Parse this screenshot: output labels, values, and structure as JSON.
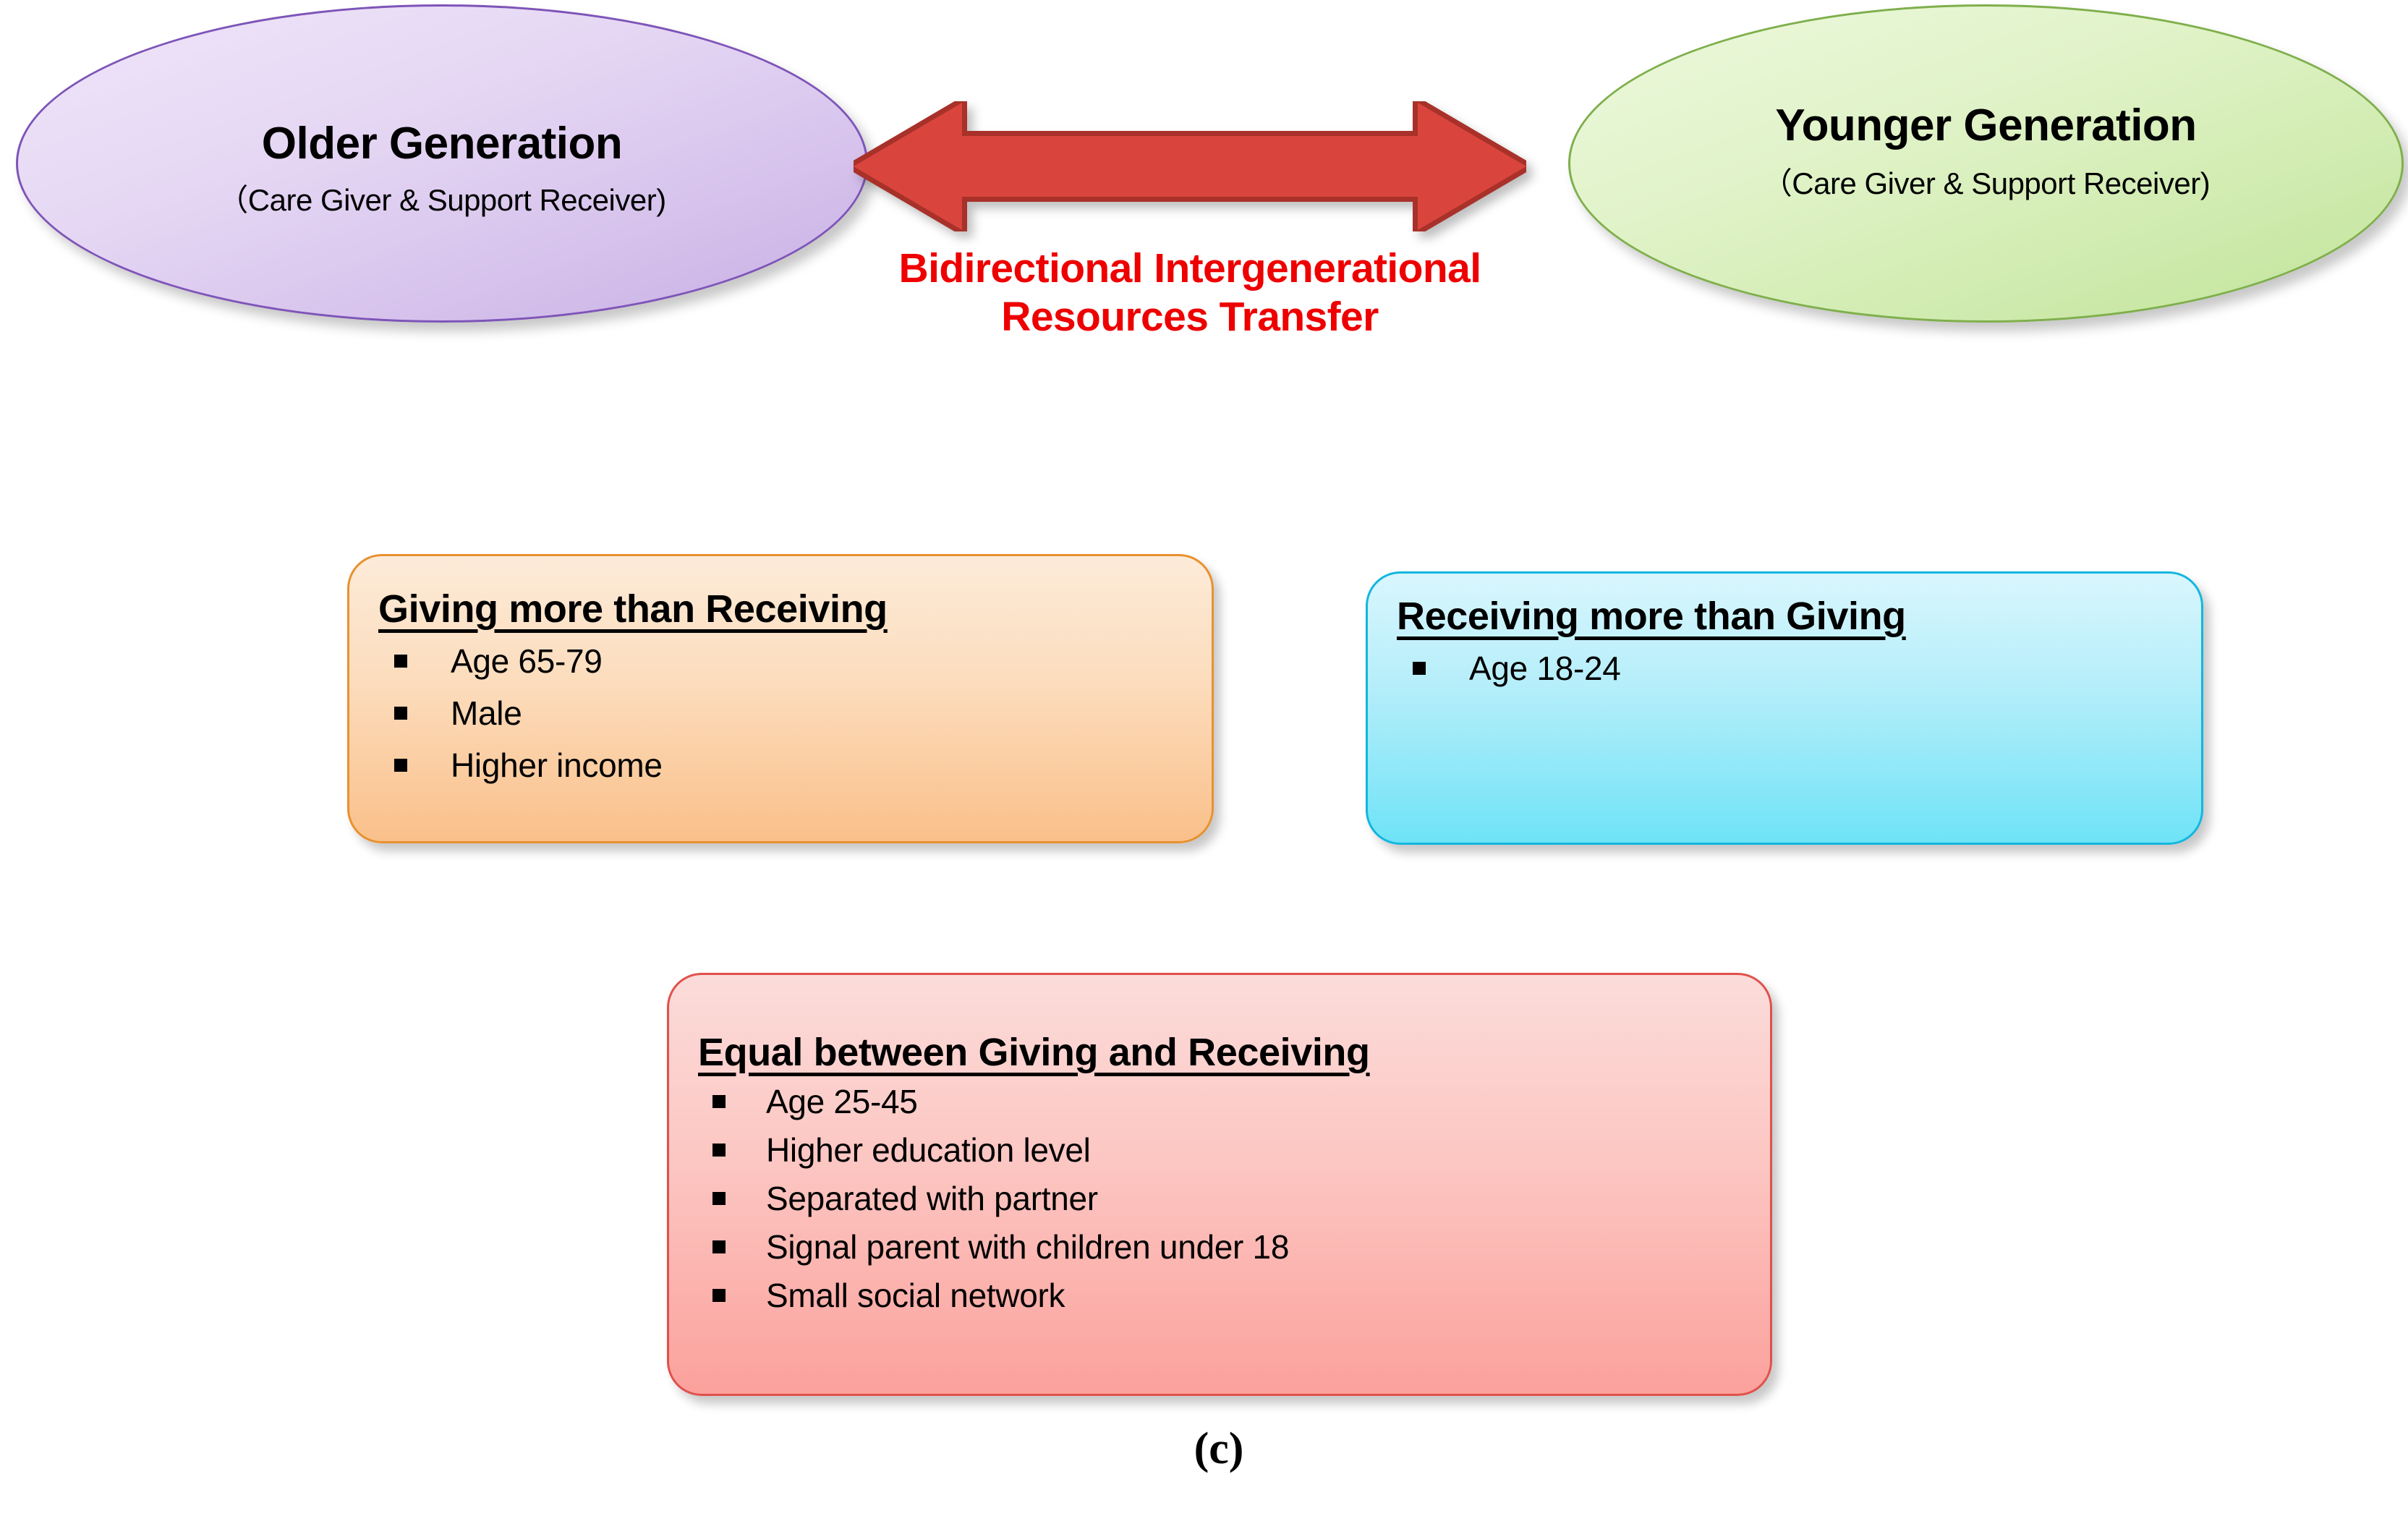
{
  "figure": {
    "caption": "(c)"
  },
  "ellipses": {
    "older": {
      "title": "Older Generation",
      "subtitle": "（Care Giver & Support Receiver)",
      "fill_start": "#EFE6F9",
      "fill_end": "#C7AEE4",
      "border": "#7E54B8"
    },
    "younger": {
      "title": "Younger Generation",
      "subtitle": "（Care Giver & Support Receiver)",
      "fill_start": "#EDF8DE",
      "fill_end": "#C0E298",
      "border": "#7FAF4C"
    }
  },
  "connector": {
    "type": "double-headed-arrow",
    "fill": "#D9453C",
    "edge": "#A8312A",
    "label_line1": "Bidirectional  Intergenerational",
    "label_line2": "Resources Transfer",
    "label_color": "#EE0000"
  },
  "panels": [
    {
      "id": "giving-more-than-receiving",
      "title": "Giving more than Receiving",
      "items": [
        "Age 65-79",
        "Male",
        "Higher income"
      ],
      "fill_start": "#FDEBD9",
      "fill_end": "#FAC08A",
      "border": "#E8912F"
    },
    {
      "id": "receiving-more-than-giving",
      "title": "Receiving more than Giving",
      "items": [
        "Age 18-24"
      ],
      "fill_start": "#D9F6FD",
      "fill_end": "#6FE3F7",
      "border": "#13B6DE"
    },
    {
      "id": "equal-between-giving-and-receiving",
      "title": "Equal between Giving and Receiving",
      "items": [
        "Age 25-45",
        "Higher education level",
        "Separated  with partner",
        "Signal parent with children under 18",
        "Small social network"
      ],
      "fill_start": "#FBDCDA",
      "fill_end": "#FBA19C",
      "border": "#E0514C"
    }
  ]
}
